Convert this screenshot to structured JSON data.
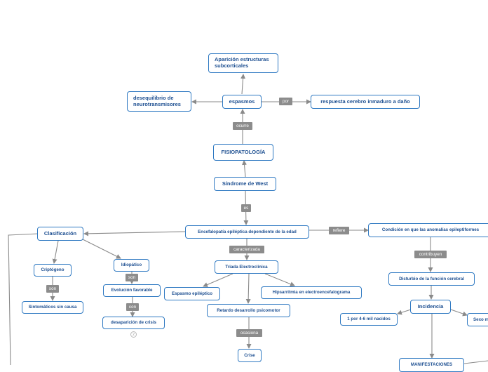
{
  "nodes": {
    "aparicion": "Aparición estructuras\n subcorticales",
    "desequilibrio": "desequilibrio de\nneurotransmisores",
    "espasmos": "espasmos",
    "respuesta": "respuesta cerebro inmaduro a daño",
    "fisiopatologia": "FISIOPATOLOGÍA",
    "sindrome": "Síndrome de West",
    "encefalopatia": "Encefalopatía epiléptica dependiente de la edad",
    "clasificacion": "Clasificación",
    "condicion": "Condición en que las anomalías epileptiformes",
    "criptogeno": "Criptógeno",
    "idiopatico": "Idiopático",
    "triada": "Triada Electroclínica",
    "sintomaticos": "Sintomáticos sin causa",
    "evolucion": "Evolución favorable",
    "desaparicion": "desaparición de crisis",
    "espasmo_epileptico": "Espasmo epiléptico",
    "hipsarritmia": "Hipsarritmia en electroencefalograma",
    "retardo": "Retardo desarrollo psicomotor",
    "crise": "Crise",
    "disturbio": "Disturbio de la función cerebral",
    "incidencia": "Incidencia",
    "por_nacidos": "1 por 4-6 mil nacidos",
    "sexo": "Sexo m",
    "manifestaciones": "MANIFESTACIONES"
  },
  "labels": {
    "por": "por",
    "ocurre": "ocurre",
    "es": "es",
    "refiere": "refiere",
    "caracterizada": "caracterizada",
    "contribuyen": "contribuyen",
    "son1": "son",
    "son2": "son",
    "con": "con",
    "ocasiona": "ocasiona"
  },
  "collapsed_count": "2",
  "colors": {
    "node_border": "#2f79c2",
    "node_text": "#1d4f91",
    "label_bg": "#8c8c8c",
    "edge": "#8a8a8a"
  }
}
